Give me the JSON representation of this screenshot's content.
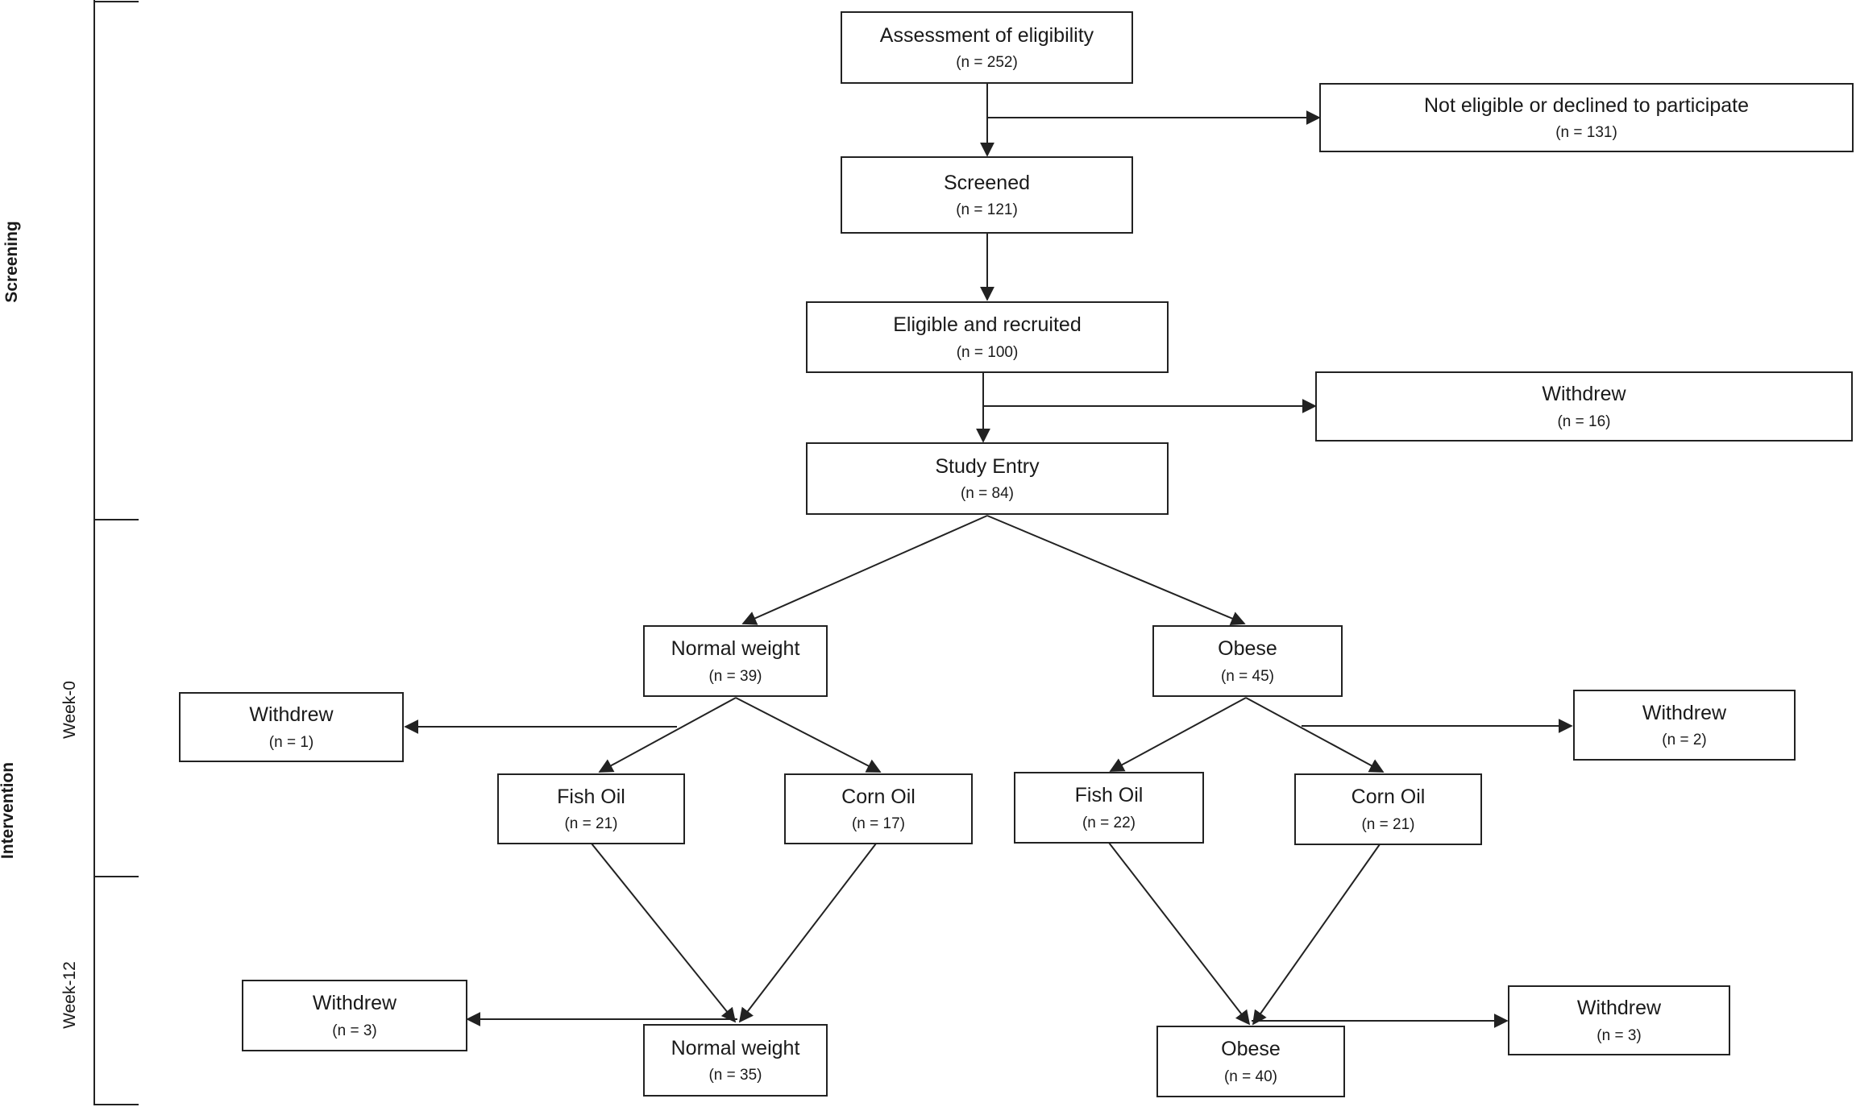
{
  "phases": {
    "screening": "Screening",
    "intervention": "Intervention",
    "week0": "Week-0",
    "week12": "Week-12"
  },
  "boxes": {
    "assessment": {
      "title": "Assessment of eligibility",
      "count": "(n = 252)"
    },
    "not_eligible": {
      "title": "Not eligible or declined to participate",
      "count": "(n = 131)"
    },
    "screened": {
      "title": "Screened",
      "count": "(n = 121)"
    },
    "eligible": {
      "title": "Eligible and recruited",
      "count": "(n = 100)"
    },
    "withdrew_entry": {
      "title": "Withdrew",
      "count": "(n = 16)"
    },
    "study_entry": {
      "title": "Study Entry",
      "count": "(n = 84)"
    },
    "normal_weight_0": {
      "title": "Normal weight",
      "count": "(n = 39)"
    },
    "obese_0": {
      "title": "Obese",
      "count": "(n = 45)"
    },
    "withdrew_normal_0": {
      "title": "Withdrew",
      "count": "(n = 1)"
    },
    "withdrew_obese_0": {
      "title": "Withdrew",
      "count": "(n = 2)"
    },
    "fish_oil_normal": {
      "title": "Fish Oil",
      "count": "(n = 21)"
    },
    "corn_oil_normal": {
      "title": "Corn Oil",
      "count": "(n = 17)"
    },
    "fish_oil_obese": {
      "title": "Fish Oil",
      "count": "(n = 22)"
    },
    "corn_oil_obese": {
      "title": "Corn Oil",
      "count": "(n = 21)"
    },
    "withdrew_normal_12": {
      "title": "Withdrew",
      "count": "(n = 3)"
    },
    "normal_weight_12": {
      "title": "Normal weight",
      "count": "(n = 35)"
    },
    "obese_12": {
      "title": "Obese",
      "count": "(n = 40)"
    },
    "withdrew_obese_12": {
      "title": "Withdrew",
      "count": "(n = 3)"
    }
  },
  "colors": {
    "line": "#222222",
    "box_border": "#222222",
    "background": "#ffffff"
  }
}
